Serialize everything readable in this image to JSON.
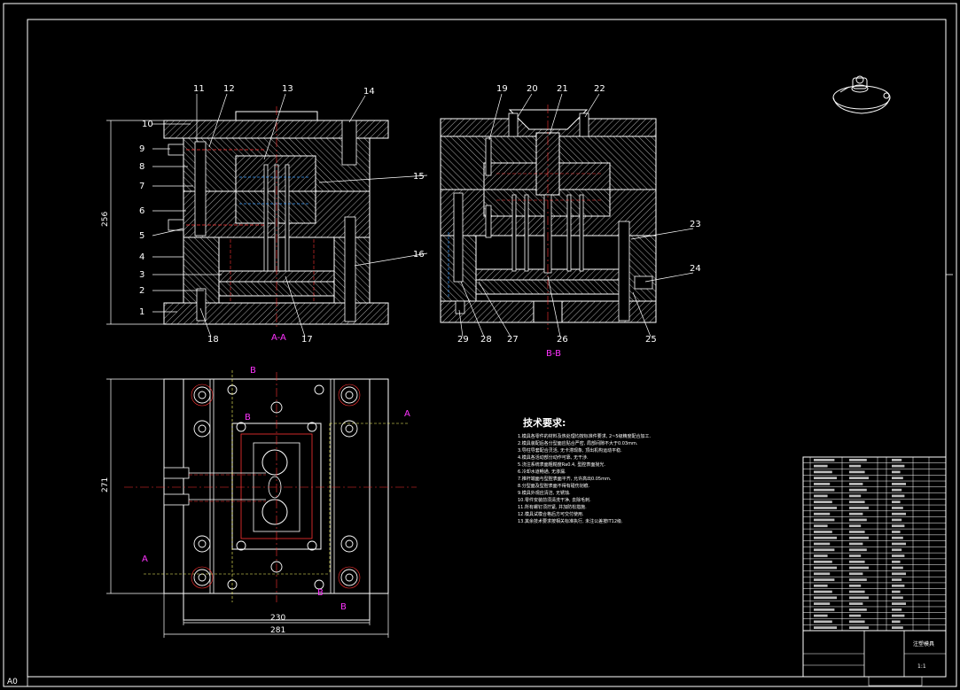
{
  "sheet": {
    "sheet_size": "A0",
    "line_color": "#ffffff",
    "hatch_color": "#ffffff",
    "hidden_color": "#ff3333",
    "section_color": "#ff33ff",
    "center_color": "#ff3333",
    "dim_color": "#ffffff",
    "cooling_color": "#33ccff",
    "background": "#000000"
  },
  "section_aa": {
    "label": "A-A",
    "left_callouts": [
      "10",
      "9",
      "8",
      "7",
      "6",
      "5",
      "4",
      "3",
      "2",
      "1"
    ],
    "top_callouts": [
      "11",
      "12",
      "13",
      "14"
    ],
    "right_callouts": [
      "15",
      "16"
    ],
    "bottom_callouts": [
      "18",
      "17"
    ],
    "height_dim": "256"
  },
  "section_bb": {
    "label": "B-B",
    "top_callouts": [
      "19",
      "20",
      "21",
      "22"
    ],
    "right_callouts": [
      "23",
      "24"
    ],
    "bottom_callouts": [
      "29",
      "28",
      "27",
      "26",
      "25"
    ]
  },
  "plan_view": {
    "width_inner_dim": "230",
    "width_outer_dim": "281",
    "height_dim": "271",
    "section_markers": [
      "B",
      "B",
      "A",
      "A",
      "B",
      "B"
    ]
  },
  "tech_notes": {
    "title": "技术要求:",
    "lines": [
      "1.模具各零件的材料及热处理均按标准件要求, 2~5级精度配合加工.",
      "2.模具装配后各分型面应贴合严密, 局部间隙不大于0.03mm.",
      "3.导柱导套配合灵活, 无卡滞现象, 顶出机构运动平稳.",
      "4.模具各活动部分动作可靠, 无干涉.",
      "5.浇注系统表面粗糙度Ra0.4, 型腔表面抛光.",
      "6.冷却水道畅通, 无渗漏.",
      "7.推杆端面与型腔表面平齐, 允许高出0.05mm.",
      "8.分型面及型腔表面不得有碰伤划痕.",
      "9.模具外观应清洁, 无锈蚀.",
      "10.零件安装前须清洗干净, 去除毛刺.",
      "11.所有螺钉须拧紧, 并加防松措施.",
      "12.模具试模合格后方可交付使用.",
      "13.其余技术要求按相关标准执行, 未注公差按IT12级."
    ]
  },
  "title_block": {
    "drawing_name": "注塑模具",
    "scale": "1:1"
  }
}
